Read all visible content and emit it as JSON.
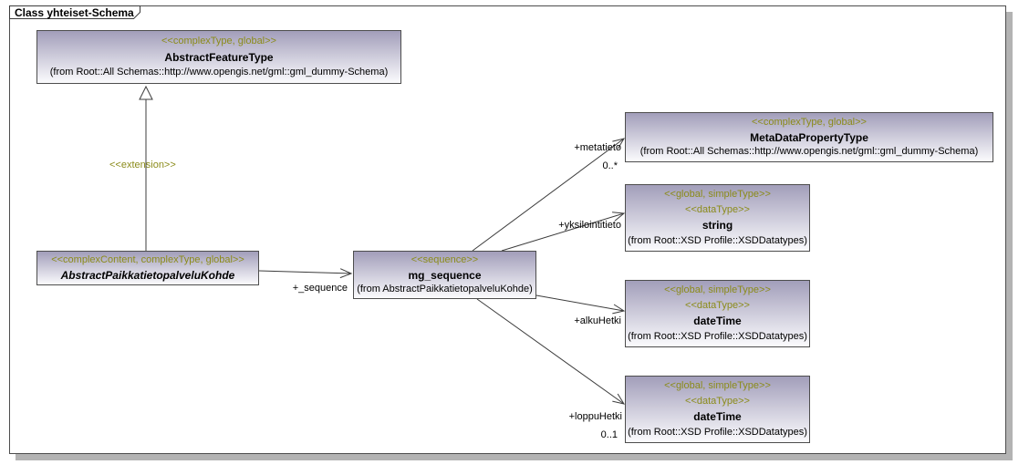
{
  "frame": {
    "title": "Class yhteiset-Schema"
  },
  "nodes": {
    "abstractFeatureType": {
      "stereotype": "<<complexType, global>>",
      "name": "AbstractFeatureType",
      "from": "(from Root::All Schemas::http://www.opengis.net/gml::gml_dummy-Schema)"
    },
    "abstractPaikkatietopalveluKohde": {
      "stereotype": "<<complexContent, complexType, global>>",
      "name": "AbstractPaikkatietopalveluKohde"
    },
    "mgSequence": {
      "stereotype": "<<sequence>>",
      "name": "mg_sequence",
      "from": "(from AbstractPaikkatietopalveluKohde)"
    },
    "metaDataPropertyType": {
      "stereotype": "<<complexType, global>>",
      "name": "MetaDataPropertyType",
      "from": "(from Root::All Schemas::http://www.opengis.net/gml::gml_dummy-Schema)"
    },
    "string": {
      "stereotype1": "<<global, simpleType>>",
      "stereotype2": "<<dataType>>",
      "name": "string",
      "from": "(from Root::XSD Profile::XSDDatatypes)"
    },
    "dateTime1": {
      "stereotype1": "<<global, simpleType>>",
      "stereotype2": "<<dataType>>",
      "name": "dateTime",
      "from": "(from Root::XSD Profile::XSDDatatypes)"
    },
    "dateTime2": {
      "stereotype1": "<<global, simpleType>>",
      "stereotype2": "<<dataType>>",
      "name": "dateTime",
      "from": "(from Root::XSD Profile::XSDDatatypes)"
    }
  },
  "edges": {
    "extension": {
      "label": "<<extension>>"
    },
    "sequence": {
      "label": "+_sequence"
    },
    "metatieto": {
      "label": "+metatieto",
      "multiplicity": "0..*"
    },
    "yksilointitieto": {
      "label": "+yksilointitieto"
    },
    "alkuHetki": {
      "label": "+alkuHetki"
    },
    "loppuHetki": {
      "label": "+loppuHetki",
      "multiplicity": "0..1"
    }
  },
  "colors": {
    "stereotype-text": "#8b8b1a",
    "box-gradient-top": "#a29eba",
    "box-gradient-bottom": "#fbfbfd",
    "box-border": "#4d4d4d",
    "connector": "#3c3c3c",
    "frame-shadow": "#b3b3b3",
    "text": "#000000"
  }
}
